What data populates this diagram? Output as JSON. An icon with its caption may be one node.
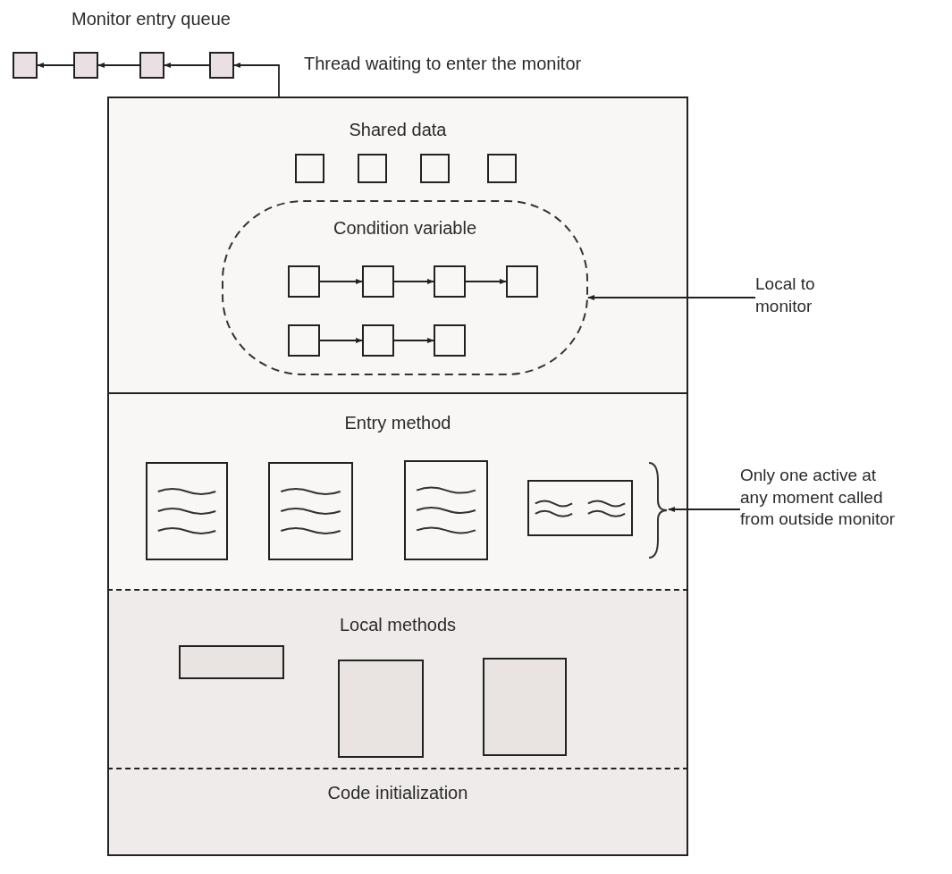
{
  "diagram": {
    "nodes": [
      {
        "text": [],
        "shape": "box"
      },
      {
        "text": [],
        "shape": "box"
      },
      {
        "text": [],
        "shape": "box"
      },
      {
        "text": [],
        "shape": "box"
      },
      {
        "text": [],
        "shape": "box"
      },
      {
        "text": [
          "Shared data"
        ],
        "in": 4
      },
      {
        "text": [],
        "shape": "box",
        "in": 5
      },
      {
        "text": [],
        "shape": "box",
        "in": 5
      },
      {
        "text": [],
        "shape": "box",
        "in": 5
      },
      {
        "text": [],
        "shape": "box",
        "in": 5
      },
      {
        "text": [
          "Condition variable"
        ],
        "in": 5
      },
      {
        "text": [],
        "shape": "box",
        "in": 10
      },
      {
        "text": [],
        "shape": "box",
        "in": 10
      },
      {
        "text": [],
        "shape": "box",
        "in": 10
      },
      {
        "text": [],
        "shape": "box",
        "in": 10
      },
      {
        "text": [],
        "shape": "box",
        "in": 10
      },
      {
        "text": [],
        "shape": "box",
        "in": 10
      },
      {
        "text": [],
        "shape": "box",
        "in": 10
      },
      {
        "text": [
          "Local to monitor"
        ]
      },
      {
        "text": [
          "Entry method"
        ],
        "in": 4
      },
      {
        "text": [],
        "shape": "box",
        "in": 19
      },
      {
        "text": [],
        "shape": "box",
        "in": 19
      },
      {
        "text": [],
        "shape": "box",
        "in": 19
      },
      {
        "text": [],
        "shape": "box",
        "in": 19
      },
      {
        "text": [],
        "shape": "brace",
        "in": 19
      },
      {
        "text": [
          "Only one active at any moment called from outside monitor"
        ]
      },
      {
        "text": [
          "Local methods"
        ],
        "in": 4
      },
      {
        "text": [],
        "shape": "box",
        "in": 26
      },
      {
        "text": [],
        "shape": "box",
        "in": 26
      },
      {
        "text": [],
        "shape": "box",
        "in": 26
      },
      {
        "text": [
          "Code initialization"
        ],
        "in": 4
      }
    ],
    "edges": [
      {
        "from": 4,
        "to": 3,
        "arrow": "to"
      },
      {
        "from": 3,
        "to": 2,
        "arrow": "to"
      },
      {
        "from": 2,
        "to": 1,
        "arrow": "to"
      },
      {
        "from": 1,
        "to": 0,
        "arrow": "to"
      },
      {
        "from": 11,
        "to": 12,
        "arrow": "to"
      },
      {
        "from": 12,
        "to": 13,
        "arrow": "to"
      },
      {
        "from": 13,
        "to": 14,
        "arrow": "to"
      },
      {
        "from": 15,
        "to": 16,
        "arrow": "to"
      },
      {
        "from": 16,
        "to": 17,
        "arrow": "to"
      },
      {
        "from": 18,
        "to": 10,
        "arrow": "to"
      },
      {
        "from": 25,
        "to": 24,
        "arrow": "to"
      }
    ],
    "labels": [
      "Monitor entry queue",
      "Thread waiting to enter the monitor"
    ]
  }
}
